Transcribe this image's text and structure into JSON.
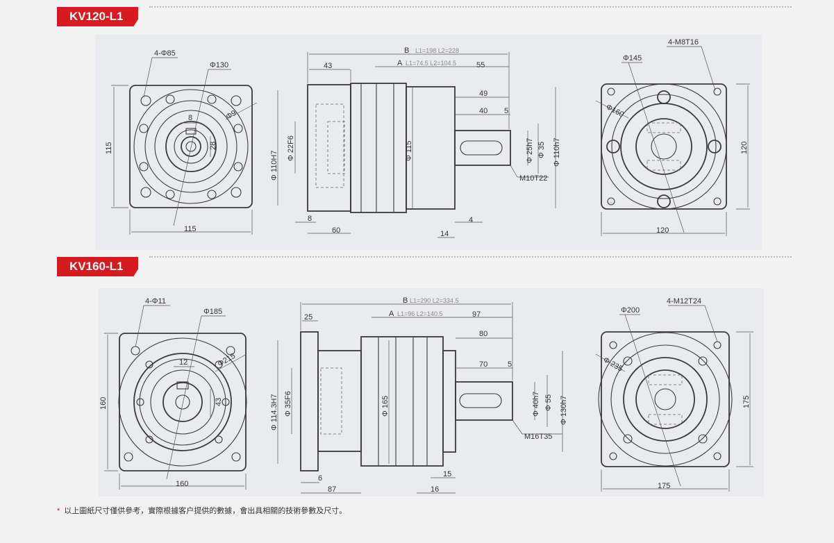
{
  "models": [
    {
      "title": "KV120-L1",
      "front": {
        "holes": "4-Φ85",
        "pcd": "Φ130",
        "d8": "8",
        "d28": "28",
        "phi": "Φ9",
        "h": "115",
        "w": "115"
      },
      "side": {
        "B": "B",
        "B_note": "L1=198  L2=228",
        "A": "A",
        "A_note": "L1=74.5  L2=104.5",
        "d43": "43",
        "d55": "55",
        "d49": "49",
        "d40": "40",
        "d5": "5",
        "d110": "Φ 110H7",
        "d22": "Φ 22F6",
        "d115": "Φ 115",
        "d25": "Φ 25h7",
        "d35": "Φ 35",
        "d110b": "Φ 110h7",
        "thread": "M10T22",
        "d8": "8",
        "d60": "60",
        "d14": "14",
        "d4": "4"
      },
      "rear": {
        "holes": "4-M8T16",
        "d145": "Φ145",
        "d160": "Φ160",
        "h": "120",
        "w": "120"
      }
    },
    {
      "title": "KV160-L1",
      "front": {
        "holes": "4-Φ11",
        "pcd": "Φ185",
        "d12": "12",
        "d43": "43",
        "phi": "Φ215",
        "h": "160",
        "w": "160"
      },
      "side": {
        "B": "B",
        "B_note": "L1=290  L2=334.5",
        "A": "A",
        "A_note": "L1=96  L2=140.5",
        "d25": "25",
        "d97": "97",
        "d80": "80",
        "d70": "70",
        "d5": "5",
        "d114": "Φ 114.3H7",
        "d35": "Φ 35F6",
        "d165": "Φ 165",
        "d40": "Φ 40h7",
        "d55": "Φ 55",
        "d130": "Φ 130h7",
        "thread": "M16T35",
        "d6": "6",
        "d87": "87",
        "d15": "15",
        "d16": "16"
      },
      "rear": {
        "holes": "4-M12T24",
        "d200": "Φ200",
        "d235": "Φ 235",
        "h": "175",
        "w": "175"
      }
    }
  ],
  "note": "以上圖紙尺寸僅供參考，實際根據客户提供的數據，會出具相關的技術參數及尺寸。",
  "note_mark": "*"
}
